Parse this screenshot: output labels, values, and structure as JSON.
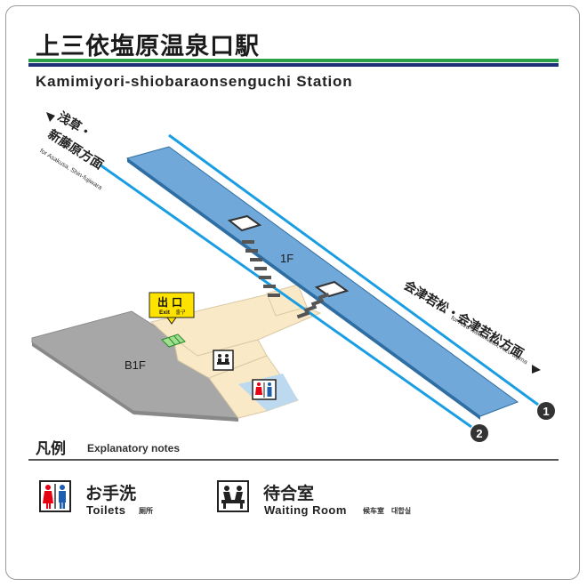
{
  "station": {
    "name_ja": "上三依塩原温泉口駅",
    "name_en": "Kamimiyori-shiobaraonsenguchi Station"
  },
  "directions": {
    "left": {
      "line1": "浅草・",
      "line2": "新藤原方面",
      "sub": "for Asakusa, Shin-fujiwara"
    },
    "right": {
      "main": "会津若松・会津若松方面",
      "sub": "for Aizu-wakamatsu, Aizu-tajima"
    }
  },
  "floors": {
    "upper": "1F",
    "lower": "B1F"
  },
  "platforms": {
    "track1": "1",
    "track2": "2"
  },
  "exit_sign": {
    "ja": "出口",
    "en": "Exit",
    "ko": "출구"
  },
  "legend": {
    "heading_ja": "凡例",
    "heading_en": "Explanatory notes",
    "toilets": {
      "ja": "お手洗",
      "en": "Toilets",
      "alt": "厕所"
    },
    "waiting": {
      "ja": "待合室",
      "en": "Waiting Room",
      "alt": "候车室　대합실"
    }
  },
  "colors": {
    "platform_blue": "#6fa8d9",
    "track_blue": "#1a9ee3",
    "floor_cream": "#f9e9c6",
    "floor_gray": "#a7a7a7",
    "exit_yellow": "#ffe300",
    "brand_green": "#2aa146",
    "brand_navy": "#1e2f75"
  },
  "icons": [
    "toilet-icon",
    "waiting-room-icon",
    "exit-gate-icon",
    "stairs-icon",
    "direction-arrow-icon"
  ]
}
